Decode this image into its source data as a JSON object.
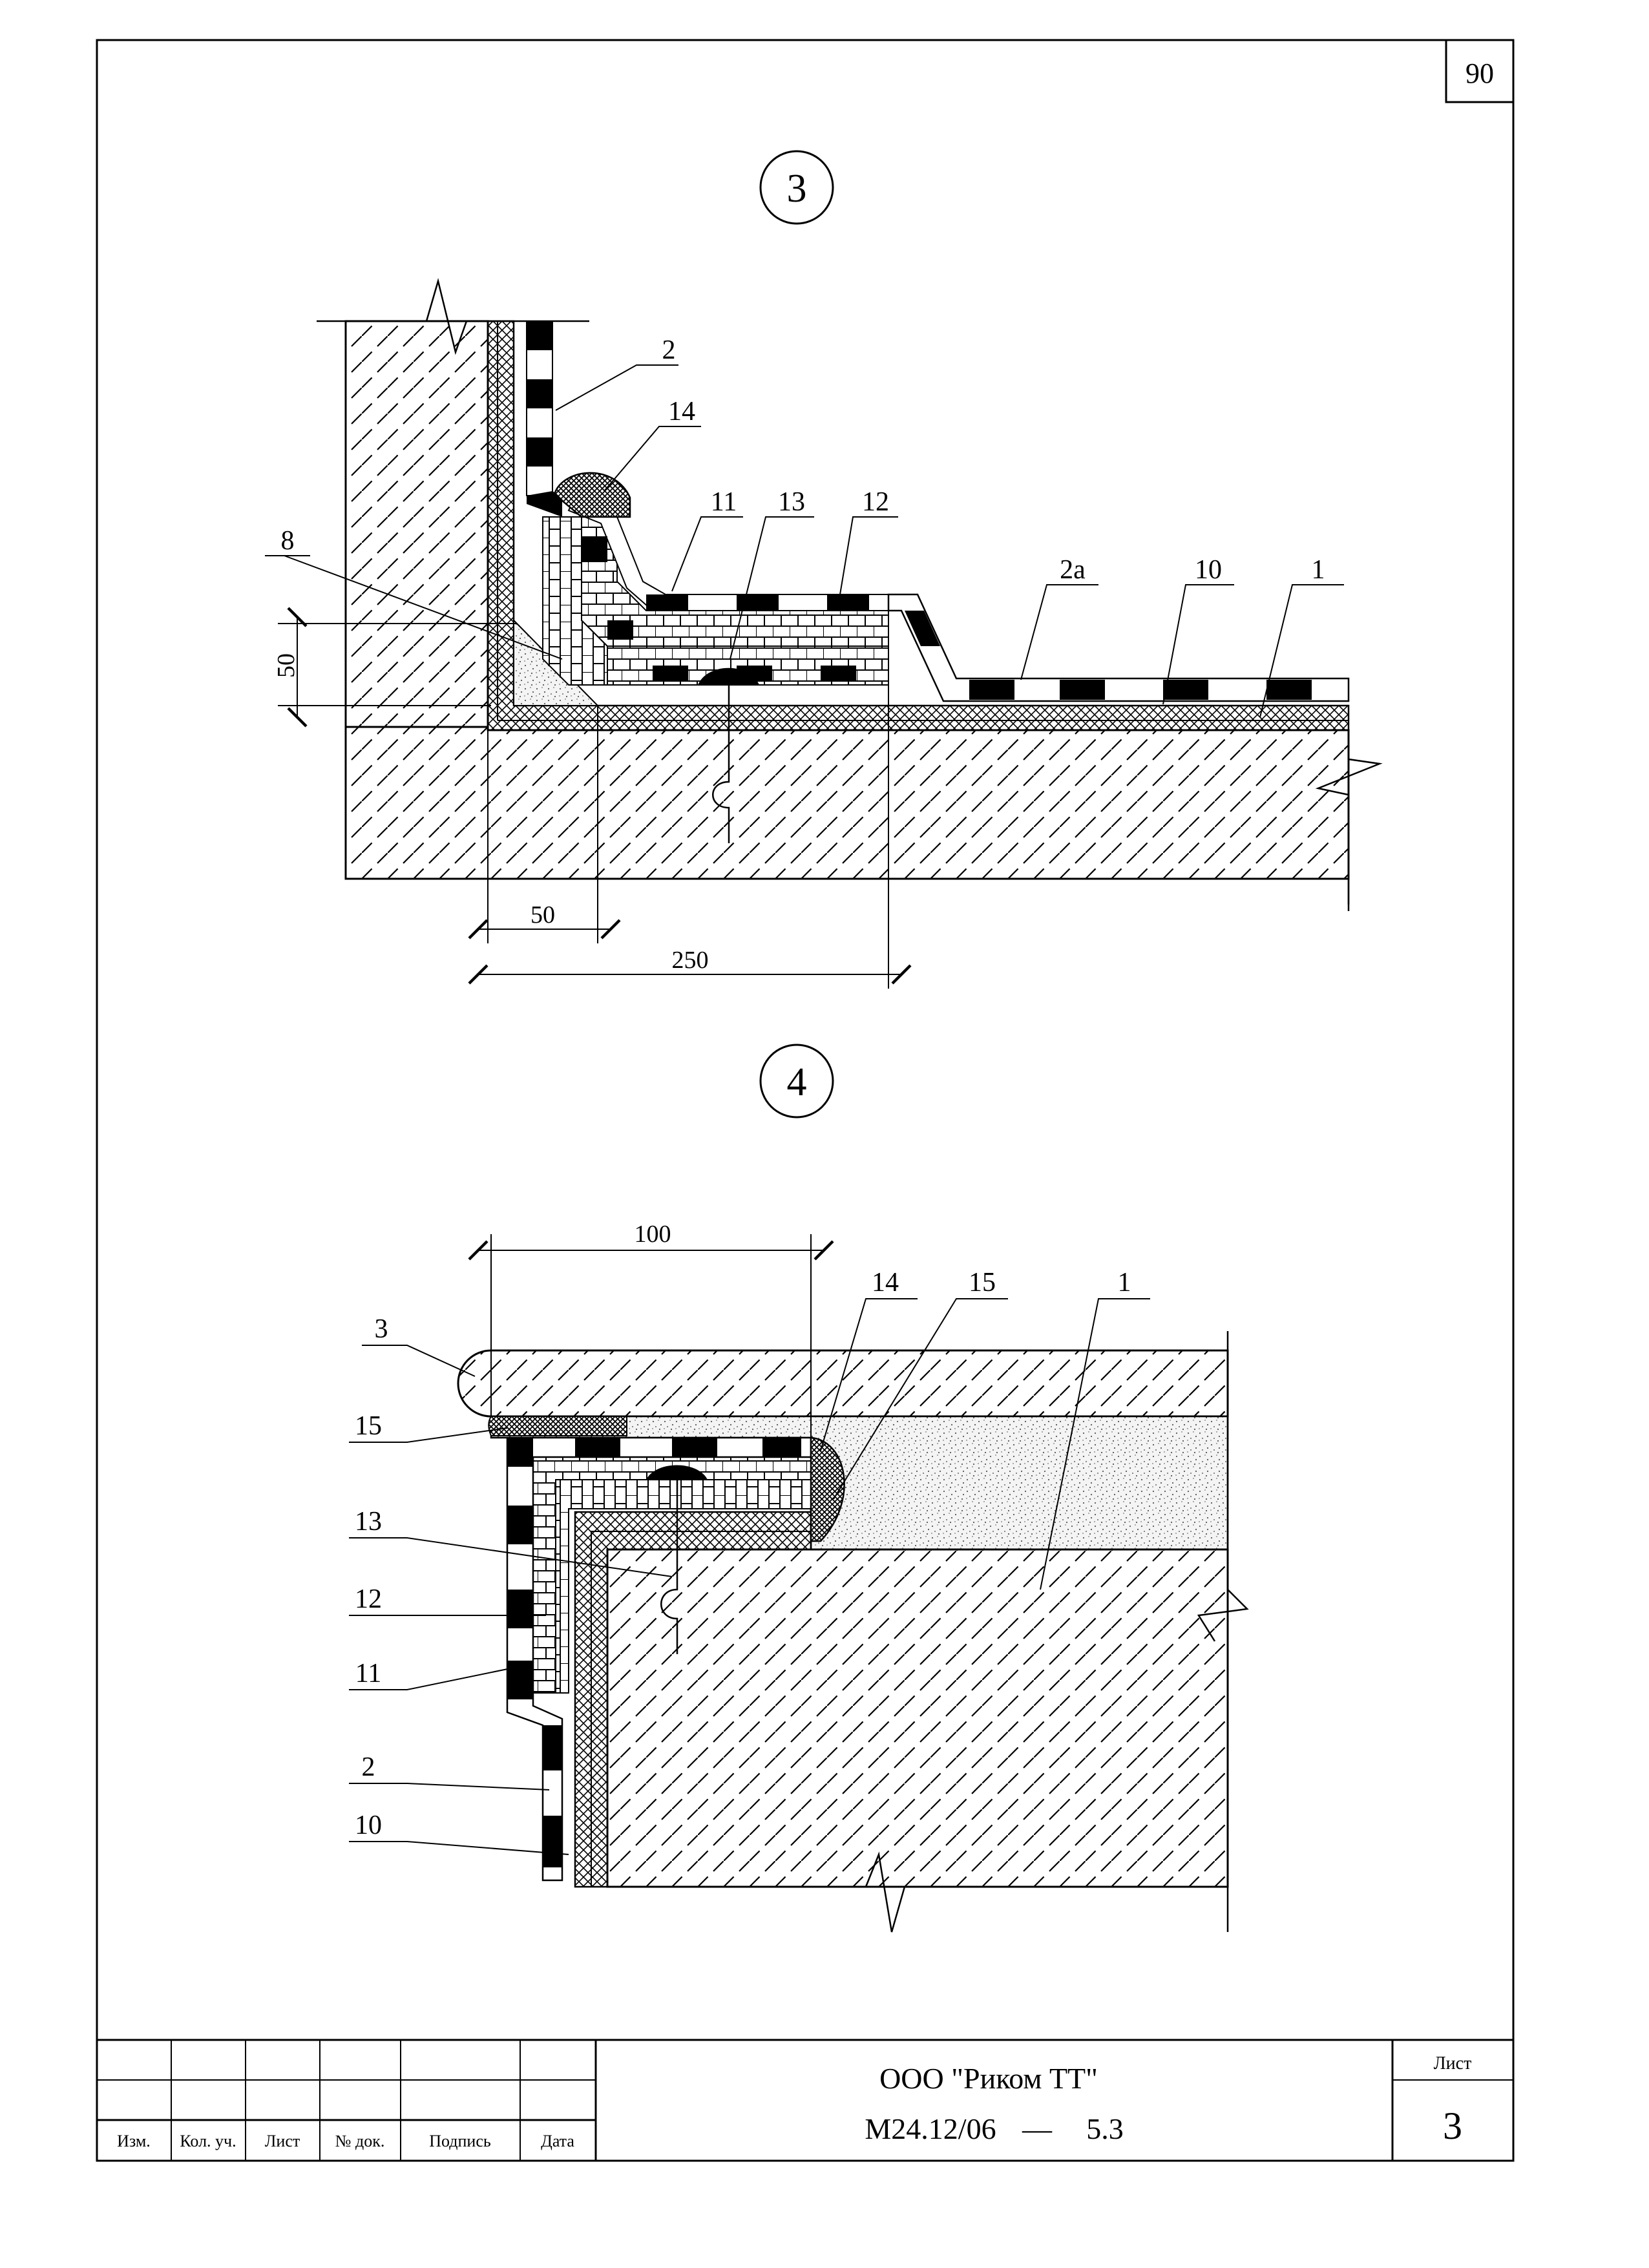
{
  "page_number": "90",
  "details": [
    {
      "marker": "3",
      "callouts": {
        "c2": "2",
        "c14": "14",
        "c11": "11",
        "c13": "13",
        "c12": "12",
        "c2a": "2а",
        "c10": "10",
        "c1": "1",
        "c8": "8"
      },
      "dimensions": {
        "vertical": "50",
        "horizontal_small": "50",
        "horizontal_large": "250"
      }
    },
    {
      "marker": "4",
      "callouts": {
        "c3": "3",
        "c15a": "15",
        "c13": "13",
        "c12": "12",
        "c11": "11",
        "c2": "2",
        "c10": "10",
        "c14": "14",
        "c15b": "15",
        "c1": "1"
      },
      "dimensions": {
        "top": "100"
      }
    }
  ],
  "title_block": {
    "columns": [
      "Изм.",
      "Кол. уч.",
      "Лист",
      "№ док.",
      "Подпись",
      "Дата"
    ],
    "organization": "ООО \"Риком ТТ\"",
    "document_code": "М24.12/06",
    "dash": "—",
    "section": "5.3",
    "sheet_label": "Лист",
    "sheet_number": "3"
  }
}
